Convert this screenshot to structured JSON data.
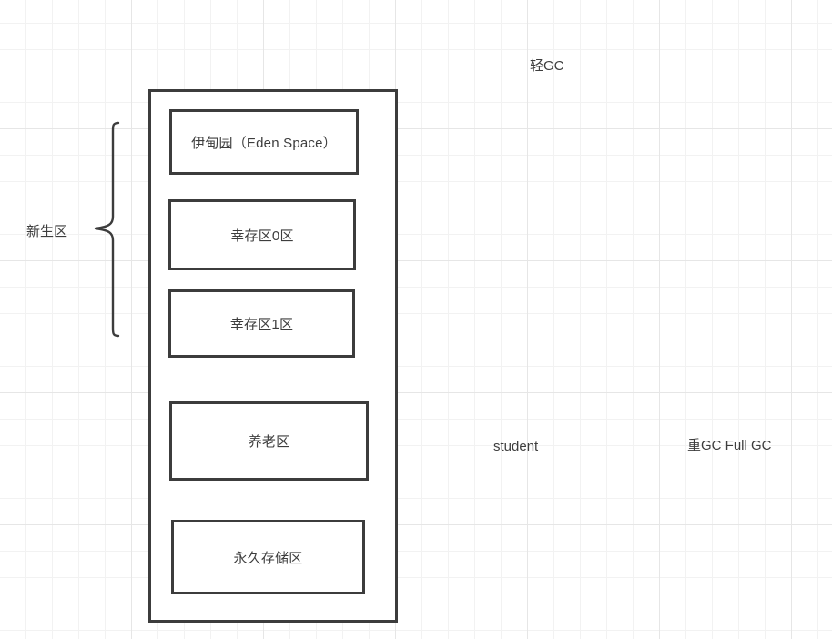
{
  "diagram": {
    "title_hidden": "",
    "colors": {
      "stroke": "#3c3c3c",
      "text": "#3d3d3d",
      "grid_minor": "#f2f2f2",
      "grid_major": "#e6e6e6",
      "background": "#ffffff"
    },
    "heap": {
      "name": "memory-container",
      "regions": [
        {
          "id": "eden",
          "label": "伊甸园（Eden Space）"
        },
        {
          "id": "survivor0",
          "label": "幸存区0区"
        },
        {
          "id": "survivor1",
          "label": "幸存区1区"
        },
        {
          "id": "old",
          "label": "养老区"
        },
        {
          "id": "perm",
          "label": "永久存储区"
        }
      ]
    },
    "brace": {
      "label": "新生区",
      "groups": [
        "eden",
        "survivor0",
        "survivor1"
      ]
    },
    "annotations": [
      {
        "id": "minor-gc",
        "label": "轻GC"
      },
      {
        "id": "student",
        "label": "student"
      },
      {
        "id": "major-gc",
        "label": "重GC  Full GC"
      }
    ]
  }
}
